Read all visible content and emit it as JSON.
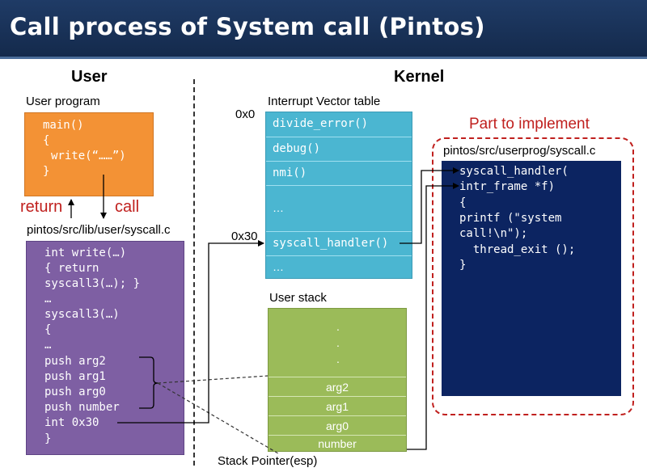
{
  "title": "Call process of System call (Pintos)",
  "headers": {
    "user": "User",
    "kernel": "Kernel"
  },
  "user_program": {
    "label": "User program",
    "lines": [
      "main()",
      "{",
      "write(“……”)",
      "}"
    ]
  },
  "arrows": {
    "return": "return",
    "call": "call"
  },
  "syscall_lib": {
    "label": "pintos/src/lib/user/syscall.c",
    "lines": [
      "int write(…)",
      "{ return",
      "syscall3(…); }",
      "…",
      "syscall3(…)",
      "{",
      "…",
      "push arg2",
      "push arg1",
      "push arg0",
      "push number",
      "int 0x30",
      "}"
    ]
  },
  "ivt": {
    "label": "Interrupt Vector table",
    "addr_0": "0x0",
    "addr_30": "0x30",
    "entries": [
      "divide_error()",
      "debug()",
      "nmi()",
      "…",
      "syscall_handler()",
      "…"
    ]
  },
  "user_stack": {
    "label": "User stack",
    "dots": [
      ".",
      ".",
      "."
    ],
    "entries": [
      "arg2",
      "arg1",
      "arg0",
      "number"
    ],
    "esp_label": "Stack Pointer(esp)"
  },
  "implement": {
    "label": "Part to implement",
    "file": "pintos/src/userprog/syscall.c",
    "lines": [
      "syscall_handler(",
      "intr_frame *f)",
      "{",
      "printf (\"system",
      "call!\\n\");",
      "  thread_exit ();",
      "}"
    ]
  },
  "colors": {
    "title_bg": "#142a4c",
    "orange": "#f39235",
    "purple": "#7e5fa3",
    "cyan": "#4bb6d1",
    "green": "#9bbb59",
    "navy": "#0c2461",
    "red": "#c0201e"
  }
}
